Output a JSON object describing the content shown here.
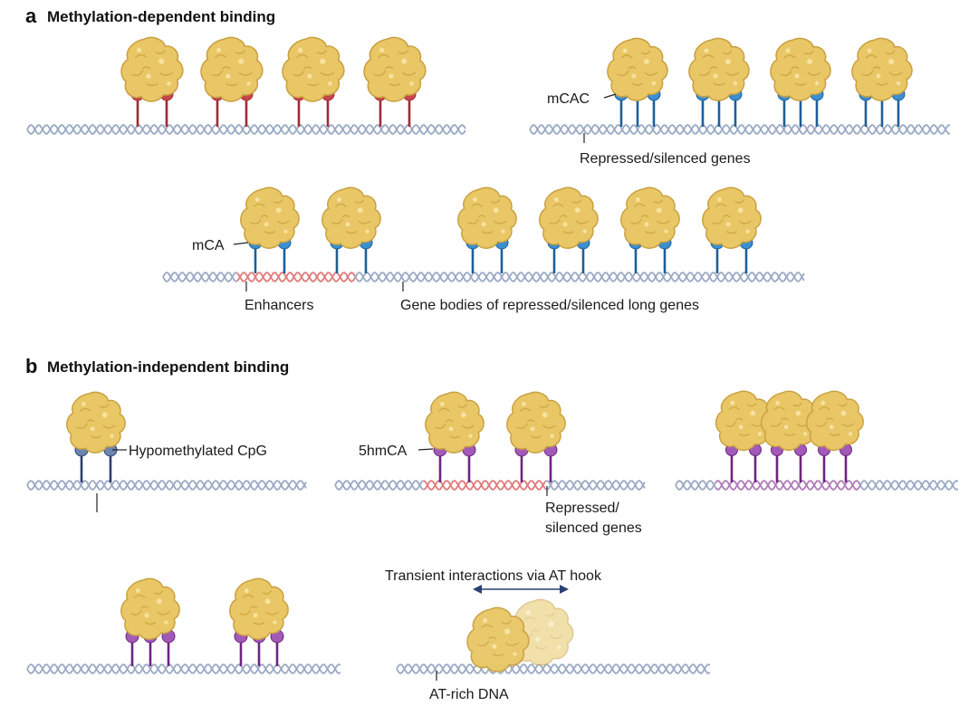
{
  "panel_a": {
    "letter": "a",
    "title": "Methylation-dependent binding",
    "labels": {
      "mcac": "mCAC",
      "repressed_genes": "Repressed/silenced genes",
      "mca": "mCA",
      "enhancers": "Enhancers",
      "gene_bodies": "Gene bodies of repressed/silenced long genes"
    }
  },
  "panel_b": {
    "letter": "b",
    "title": "Methylation-independent binding",
    "labels": {
      "hypomethylated": "Hypomethylated CpG",
      "hmca": "5hmCA",
      "repressed_line1": "Repressed/",
      "repressed_line2": "silenced genes",
      "transient": "Transient interactions via AT hook",
      "at_rich": "AT-rich DNA"
    }
  },
  "colors": {
    "dna_strand": "#9aa9c4",
    "dna_red": "#e07a7a",
    "dna_purple": "#b07ab8",
    "mecp2_protein": "#e9c766",
    "mecp2_shadow": "#c9a040",
    "mcg_marker": "#c8454a",
    "mcg_stem": "#a02a34",
    "mca_marker": "#3a8fd0",
    "mca_stem": "#1e5e98",
    "hmca_marker": "#a25ab8",
    "hmca_stem": "#6e2480",
    "cpg_marker": "#6b84b0",
    "cpg_stem": "#2c3f70"
  },
  "icons": [
    "mecp2-protein-icon",
    "dna-helix-icon",
    "methyl-mark-icon",
    "double-arrow-icon"
  ]
}
